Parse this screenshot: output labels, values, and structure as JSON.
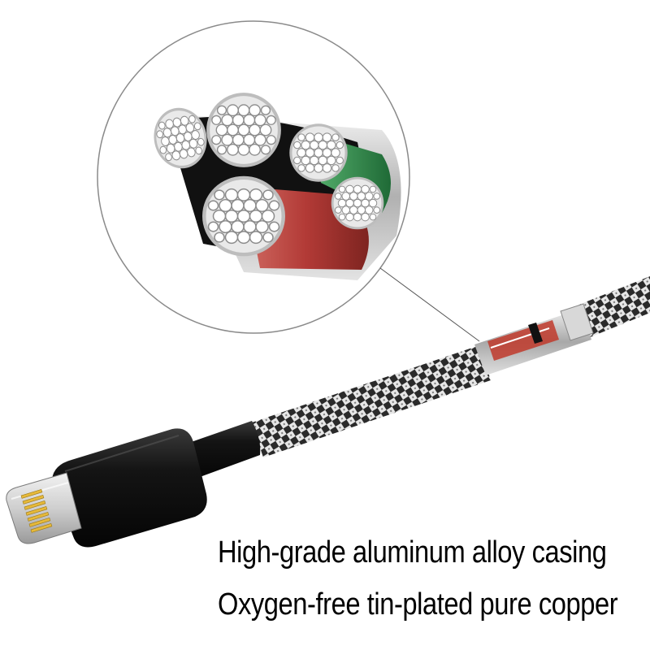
{
  "image": {
    "subject": "braided-lightning-cable-with-cross-section-zoom"
  },
  "captions": {
    "line1": "High-grade aluminum alloy casing",
    "line2": "Oxygen-free tin-plated pure copper"
  },
  "colors": {
    "background": "#ffffff",
    "connector_housing": "#141414",
    "braid_dark": "#2a2a2a",
    "braid_light": "#e6e6e6",
    "plug_tip": "#dcdcdc",
    "gold_pins": "#e6b93a",
    "red_insulation": "#b8403c",
    "green_insulation": "#2f8a4a",
    "black_insulation": "#111111",
    "shield_silver": "#c8c8c8",
    "zoom_circle": "#8a8a8a"
  }
}
